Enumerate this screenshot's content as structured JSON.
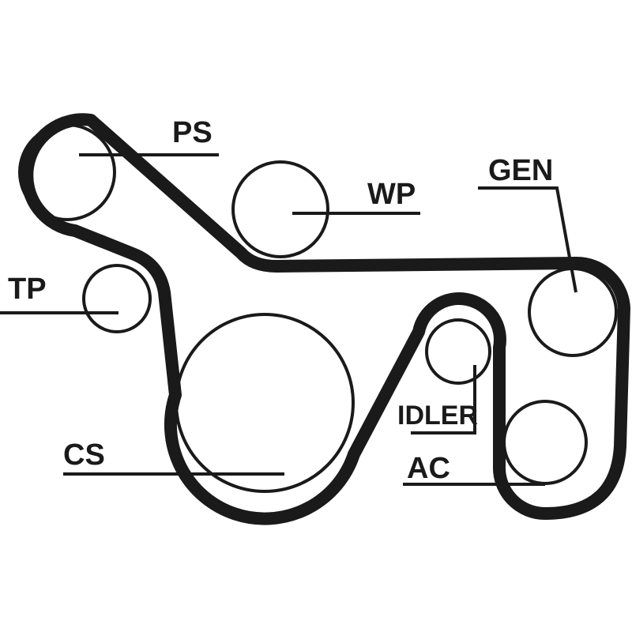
{
  "diagram": {
    "type": "serpentine belt routing",
    "labels": {
      "ps": "PS",
      "wp": "WP",
      "gen": "GEN",
      "tp": "TP",
      "cs": "CS",
      "idler": "IDLER",
      "ac": "AC"
    },
    "colors": {
      "ink": "#1a1a1a",
      "background": "#ffffff"
    }
  }
}
